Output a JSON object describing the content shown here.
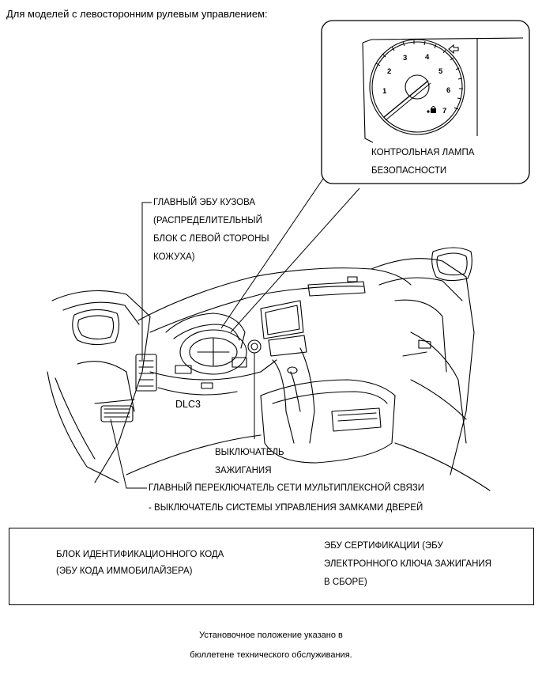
{
  "header": {
    "title": "Для моделей с левосторонним рулевым управлением:"
  },
  "callouts": {
    "security_lamp": [
      "КОНТРОЛЬНАЯ ЛАМПА",
      "БЕЗОПАСНОСТИ"
    ],
    "main_body_ecu": [
      "ГЛАВНЫЙ ЭБУ КУЗОВА",
      "(РАСПРЕДЕЛИТЕЛЬНЫЙ",
      "БЛОК С ЛЕВОЙ СТОРОНЫ",
      "КОЖУХА)"
    ],
    "dlc3": "DLC3",
    "ignition_switch": [
      "ВЫКЛЮЧАТЕЛЬ",
      "ЗАЖИГАНИЯ"
    ],
    "multiplex_switch": [
      "ГЛАВНЫЙ ПЕРЕКЛЮЧАТЕЛЬ СЕТИ МУЛЬТИПЛЕКСНОЙ СВЯЗИ",
      "- ВЫКЛЮЧАТЕЛЬ СИСТЕМЫ УПРАВЛЕНИЯ ЗАМКАМИ ДВЕРЕЙ"
    ]
  },
  "gauge": {
    "ticks": [
      "1",
      "2",
      "3",
      "4",
      "5",
      "6",
      "7"
    ]
  },
  "legend": {
    "id_code_box": [
      "БЛОК ИДЕНТИФИКАЦИОННОГО КОДА",
      "(ЭБУ КОДА ИММОБИЛАЙЗЕРА)"
    ],
    "certification_ecu": [
      "ЭБУ СЕРТИФИКАЦИИ (ЭБУ",
      "ЭЛЕКТРОННОГО КЛЮЧА ЗАЖИГАНИЯ",
      "В СБОРЕ)"
    ]
  },
  "footer": {
    "note": [
      "Установочное положение указано в",
      "бюллетене технического обслуживания."
    ]
  }
}
